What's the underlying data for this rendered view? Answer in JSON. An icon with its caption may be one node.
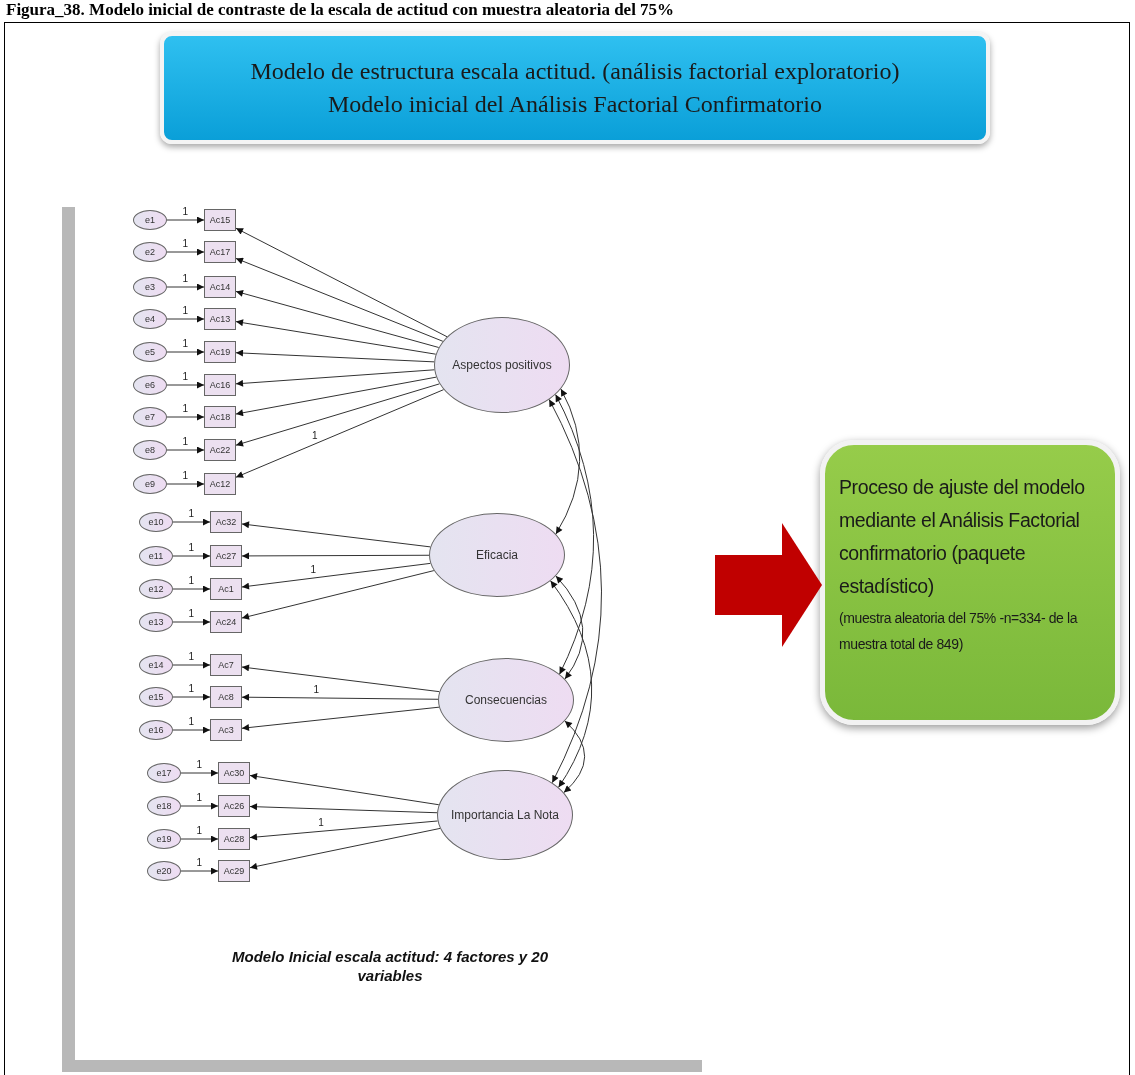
{
  "diagram": {
    "title": "Figura_38. Modelo inicial de contraste de la escala de actitud con muestra aleatoria del 75%",
    "nodes": [
      {
        "text": [
          "Modelo de estructura escala actitud. (análisis factorial exploratorio)",
          "Modelo inicial del Análisis Factorial Confirmatorio"
        ]
      },
      {
        "text": [
          "Modelo Inicial escala actitud: 4 factores y 20 variables"
        ]
      },
      {
        "text": [
          "Aspectos positivos"
        ],
        "in": 1
      },
      {
        "text": [
          "Eficacia"
        ],
        "in": 1
      },
      {
        "text": [
          "Consecuencias"
        ],
        "in": 1
      },
      {
        "text": [
          "Importancia La Nota"
        ],
        "in": 1
      },
      {
        "text": [
          "e1"
        ],
        "in": 1
      },
      {
        "text": [
          "e2"
        ],
        "in": 1
      },
      {
        "text": [
          "e3"
        ],
        "in": 1
      },
      {
        "text": [
          "e4"
        ],
        "in": 1
      },
      {
        "text": [
          "e5"
        ],
        "in": 1
      },
      {
        "text": [
          "e6"
        ],
        "in": 1
      },
      {
        "text": [
          "e7"
        ],
        "in": 1
      },
      {
        "text": [
          "e8"
        ],
        "in": 1
      },
      {
        "text": [
          "e9"
        ],
        "in": 1
      },
      {
        "text": [
          "e10"
        ],
        "in": 1
      },
      {
        "text": [
          "e11"
        ],
        "in": 1
      },
      {
        "text": [
          "e12"
        ],
        "in": 1
      },
      {
        "text": [
          "e13"
        ],
        "in": 1
      },
      {
        "text": [
          "e14"
        ],
        "in": 1
      },
      {
        "text": [
          "e15"
        ],
        "in": 1
      },
      {
        "text": [
          "e16"
        ],
        "in": 1
      },
      {
        "text": [
          "e17"
        ],
        "in": 1
      },
      {
        "text": [
          "e18"
        ],
        "in": 1
      },
      {
        "text": [
          "e19"
        ],
        "in": 1
      },
      {
        "text": [
          "e20"
        ],
        "in": 1
      },
      {
        "text": [
          "Ac15"
        ],
        "in": 1
      },
      {
        "text": [
          "Ac17"
        ],
        "in": 1
      },
      {
        "text": [
          "Ac14"
        ],
        "in": 1
      },
      {
        "text": [
          "Ac13"
        ],
        "in": 1
      },
      {
        "text": [
          "Ac19"
        ],
        "in": 1
      },
      {
        "text": [
          "Ac16"
        ],
        "in": 1
      },
      {
        "text": [
          "Ac18"
        ],
        "in": 1
      },
      {
        "text": [
          "Ac22"
        ],
        "in": 1
      },
      {
        "text": [
          "Ac12"
        ],
        "in": 1
      },
      {
        "text": [
          "Ac32"
        ],
        "in": 1
      },
      {
        "text": [
          "Ac27"
        ],
        "in": 1
      },
      {
        "text": [
          "Ac1"
        ],
        "in": 1
      },
      {
        "text": [
          "Ac24"
        ],
        "in": 1
      },
      {
        "text": [
          "Ac7"
        ],
        "in": 1
      },
      {
        "text": [
          "Ac8"
        ],
        "in": 1
      },
      {
        "text": [
          "Ac3"
        ],
        "in": 1
      },
      {
        "text": [
          "Ac30"
        ],
        "in": 1
      },
      {
        "text": [
          "Ac26"
        ],
        "in": 1
      },
      {
        "text": [
          "Ac28"
        ],
        "in": 1
      },
      {
        "text": [
          "Ac29"
        ],
        "in": 1
      },
      {
        "text": [
          "Proceso de ajuste del modelo mediante el Análisis Factorial confirmatorio (paquete estadístico)",
          "(muestra aleatoria del 75% -n=334- de la muestra total de 849)"
        ]
      }
    ],
    "edges": [
      {
        "from": 6,
        "to": 26,
        "arrow": "to",
        "label": "1"
      },
      {
        "from": 7,
        "to": 27,
        "arrow": "to",
        "label": "1"
      },
      {
        "from": 8,
        "to": 28,
        "arrow": "to",
        "label": "1"
      },
      {
        "from": 9,
        "to": 29,
        "arrow": "to",
        "label": "1"
      },
      {
        "from": 10,
        "to": 30,
        "arrow": "to",
        "label": "1"
      },
      {
        "from": 11,
        "to": 31,
        "arrow": "to",
        "label": "1"
      },
      {
        "from": 12,
        "to": 32,
        "arrow": "to",
        "label": "1"
      },
      {
        "from": 13,
        "to": 33,
        "arrow": "to",
        "label": "1"
      },
      {
        "from": 14,
        "to": 34,
        "arrow": "to",
        "label": "1"
      },
      {
        "from": 15,
        "to": 35,
        "arrow": "to",
        "label": "1"
      },
      {
        "from": 16,
        "to": 36,
        "arrow": "to",
        "label": "1"
      },
      {
        "from": 17,
        "to": 37,
        "arrow": "to",
        "label": "1"
      },
      {
        "from": 18,
        "to": 38,
        "arrow": "to",
        "label": "1"
      },
      {
        "from": 19,
        "to": 39,
        "arrow": "to",
        "label": "1"
      },
      {
        "from": 20,
        "to": 40,
        "arrow": "to",
        "label": "1"
      },
      {
        "from": 21,
        "to": 41,
        "arrow": "to",
        "label": "1"
      },
      {
        "from": 22,
        "to": 42,
        "arrow": "to",
        "label": "1"
      },
      {
        "from": 23,
        "to": 43,
        "arrow": "to",
        "label": "1"
      },
      {
        "from": 24,
        "to": 44,
        "arrow": "to",
        "label": "1"
      },
      {
        "from": 25,
        "to": 45,
        "arrow": "to",
        "label": "1"
      },
      {
        "from": 2,
        "to": 26,
        "arrow": "to"
      },
      {
        "from": 2,
        "to": 27,
        "arrow": "to"
      },
      {
        "from": 2,
        "to": 28,
        "arrow": "to"
      },
      {
        "from": 2,
        "to": 29,
        "arrow": "to"
      },
      {
        "from": 2,
        "to": 30,
        "arrow": "to"
      },
      {
        "from": 2,
        "to": 31,
        "arrow": "to"
      },
      {
        "from": 2,
        "to": 32,
        "arrow": "to"
      },
      {
        "from": 2,
        "to": 33,
        "arrow": "to"
      },
      {
        "from": 2,
        "to": 34,
        "arrow": "to",
        "label": "1"
      },
      {
        "from": 3,
        "to": 35,
        "arrow": "to"
      },
      {
        "from": 3,
        "to": 36,
        "arrow": "to"
      },
      {
        "from": 3,
        "to": 37,
        "arrow": "to",
        "label": "1"
      },
      {
        "from": 3,
        "to": 38,
        "arrow": "to"
      },
      {
        "from": 4,
        "to": 39,
        "arrow": "to"
      },
      {
        "from": 4,
        "to": 40,
        "arrow": "to",
        "label": "1"
      },
      {
        "from": 4,
        "to": 41,
        "arrow": "to"
      },
      {
        "from": 5,
        "to": 42,
        "arrow": "to"
      },
      {
        "from": 5,
        "to": 43,
        "arrow": "to"
      },
      {
        "from": 5,
        "to": 44,
        "arrow": "to",
        "label": "1"
      },
      {
        "from": 5,
        "to": 45,
        "arrow": "to"
      },
      {
        "from": 2,
        "to": 3,
        "arrow": "both"
      },
      {
        "from": 2,
        "to": 4,
        "arrow": "both"
      },
      {
        "from": 2,
        "to": 5,
        "arrow": "both"
      },
      {
        "from": 3,
        "to": 4,
        "arrow": "both"
      },
      {
        "from": 3,
        "to": 5,
        "arrow": "both"
      },
      {
        "from": 4,
        "to": 5,
        "arrow": "both"
      },
      {
        "from": 1,
        "to": 46,
        "arrow": "to",
        "style": "thick",
        "color": "#c00000"
      }
    ]
  }
}
